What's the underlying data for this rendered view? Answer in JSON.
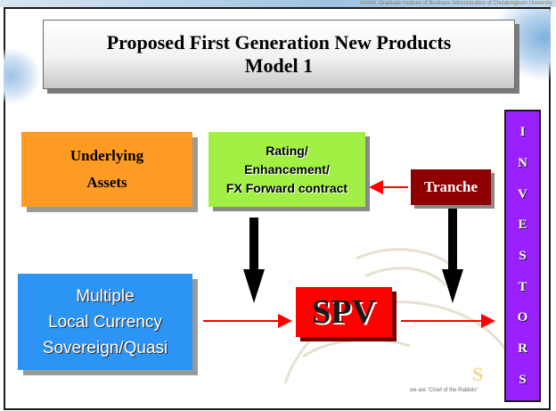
{
  "header": {
    "credit": "SASIN :Graduate Institute of Business Administration of Chulalongkorn University"
  },
  "title": {
    "line1": "Proposed First Generation New Products",
    "line2": "Model 1"
  },
  "nodes": {
    "underlying": {
      "line1": "Underlying",
      "line2": "Assets",
      "color": "#ff9b22"
    },
    "rating": {
      "line1": "Rating/",
      "line2": "Enhancement/",
      "line3": "FX Forward contract",
      "color": "#a2f044"
    },
    "tranche": {
      "label": "Tranche",
      "color": "#8e0000"
    },
    "multiple": {
      "line1": "Multiple",
      "line2": "Local Currency",
      "line3": "Sovereign/Quasi",
      "color": "#2b94f5"
    },
    "spv": {
      "label": "SPV",
      "color": "#ff0000"
    },
    "investors": {
      "letters": [
        "I",
        "N",
        "V",
        "E",
        "S",
        "T",
        "O",
        "R",
        "S"
      ],
      "color": "#9b20ff"
    }
  },
  "edges": [
    {
      "from": "tranche",
      "to": "rating",
      "color": "#ff0000"
    },
    {
      "from": "rating",
      "to": "spv",
      "color": "#000000"
    },
    {
      "from": "tranche",
      "to": "spv",
      "color": "#000000"
    },
    {
      "from": "multiple",
      "to": "spv",
      "color": "#ff0000"
    },
    {
      "from": "spv",
      "to": "investors",
      "color": "#ff0000"
    }
  ],
  "watermark": {
    "tagline": "we are \"Chief of the Rabbits\""
  }
}
